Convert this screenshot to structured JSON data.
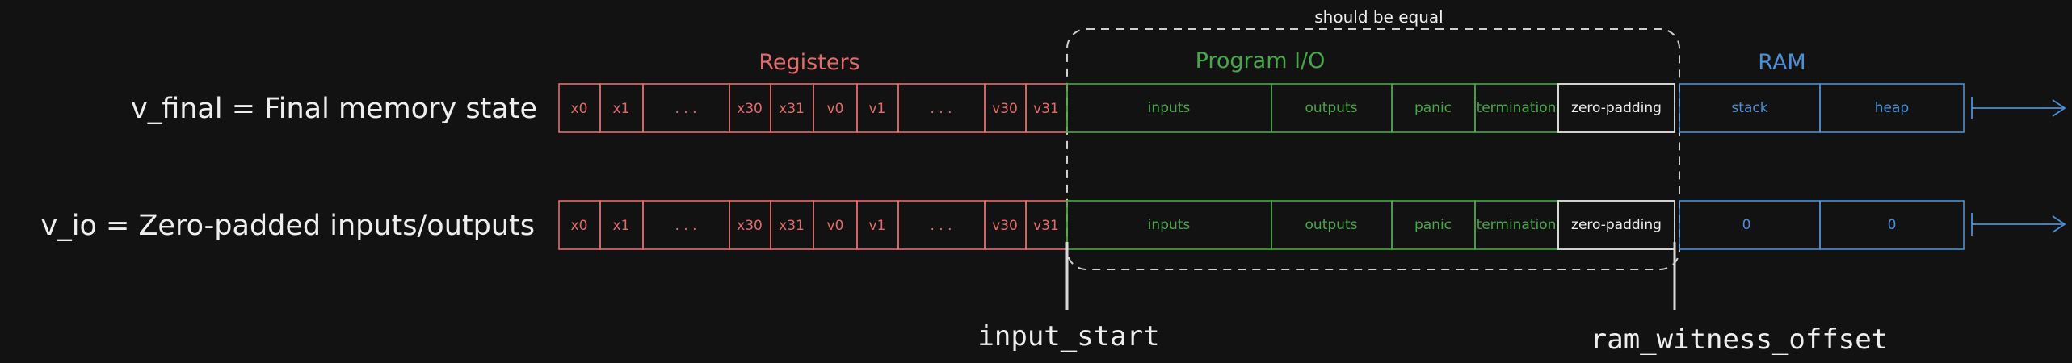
{
  "labels": {
    "should_be_equal": "should be equal",
    "registers": "Registers",
    "program_io": "Program I/O",
    "ram": "RAM",
    "input_start": "input_start",
    "ram_witness_offset": "ram_witness_offset"
  },
  "rows": [
    {
      "label": "v_final =  Final memory state",
      "registers": [
        "x0",
        "x1",
        ". . .",
        "x30",
        "x31",
        "v0",
        "v1",
        ". . .",
        "v30",
        "v31"
      ],
      "io": [
        "inputs",
        "outputs",
        "panic",
        "termination"
      ],
      "padding": "zero-padding",
      "ram": [
        "stack",
        "heap"
      ]
    },
    {
      "label": "v_io = Zero-padded inputs/outputs",
      "registers": [
        "x0",
        "x1",
        ". . .",
        "x30",
        "x31",
        "v0",
        "v1",
        ". . .",
        "v30",
        "v31"
      ],
      "io": [
        "inputs",
        "outputs",
        "panic",
        "termination"
      ],
      "padding": "zero-padding",
      "ram": [
        "0",
        "0"
      ]
    }
  ],
  "colors": {
    "background": "#121212",
    "registers": "#e56b6b",
    "program_io": "#46a846",
    "ram": "#4a8fd8",
    "text": "#eeeeee",
    "dashed": "#cfcfcf"
  }
}
